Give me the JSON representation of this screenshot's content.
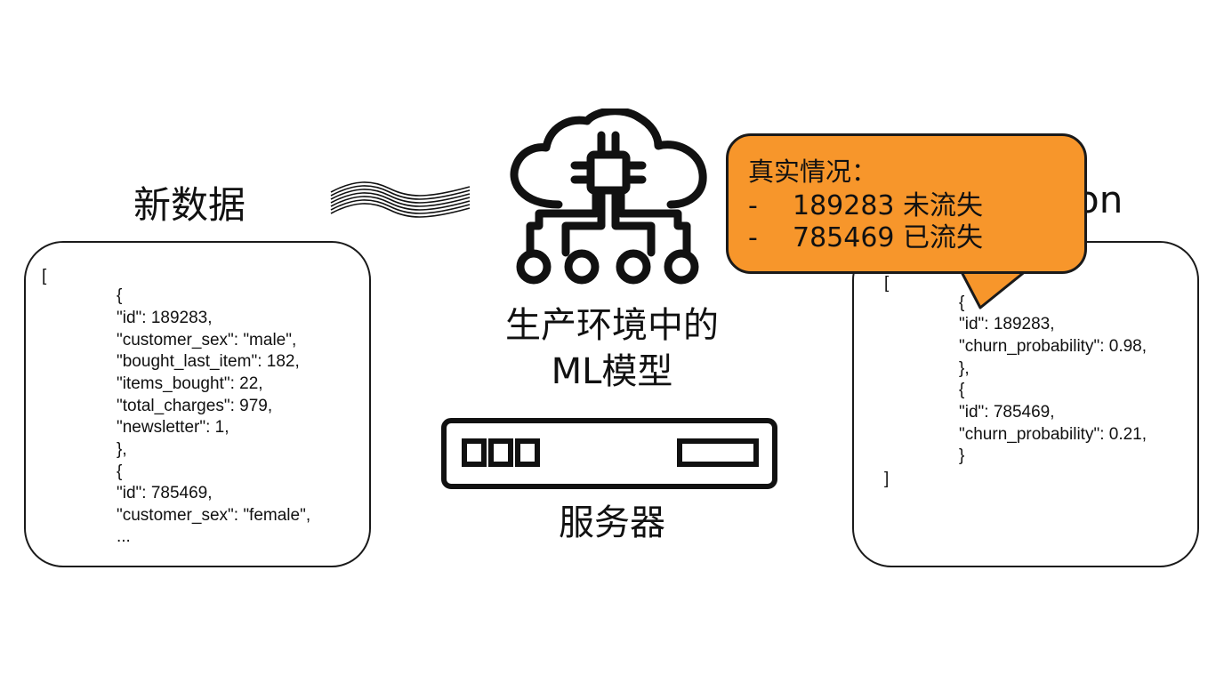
{
  "left": {
    "heading": "新数据",
    "lines": [
      "[",
      "{",
      "\"id\": 189283,",
      "\"customer_sex\": \"male\",",
      "\"bought_last_item\": 182,",
      "\"items_bought\": 22,",
      "\"total_charges\": 979,",
      "\"newsletter\": 1,",
      "},",
      "{",
      "\"id\": 785469,",
      "\"customer_sex\": \"female\",",
      "..."
    ]
  },
  "center": {
    "model_label_line1": "生产环境中的",
    "model_label_line2": "ML模型",
    "server_label": "服务器",
    "icons": [
      "cloud-chip-icon",
      "server-icon",
      "wave-arrow-icon"
    ]
  },
  "right": {
    "heading_partial": "on",
    "lines": [
      "[",
      "{",
      "\"id\": 189283,",
      "\"churn_probability\": 0.98,",
      "},",
      "{",
      "\"id\": 785469,",
      "\"churn_probability\": 0.21,",
      "}",
      "]"
    ]
  },
  "callout": {
    "title": "真实情况：",
    "items": [
      {
        "bullet": "-",
        "text": "189283 未流失"
      },
      {
        "bullet": "-",
        "text": "785469 已流失"
      }
    ],
    "color": "#f7962b"
  }
}
